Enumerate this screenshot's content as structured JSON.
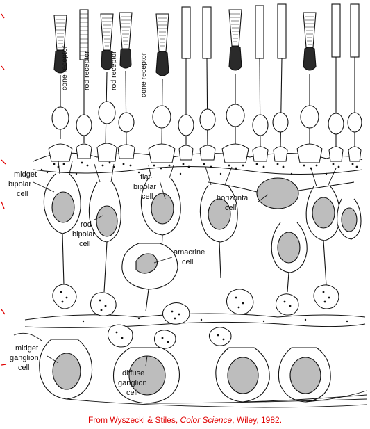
{
  "labels": {
    "cone_receptor_1": "cone receptor",
    "rod_receptor_1": "rod receptor",
    "rod_receptor_2": "rod receptor",
    "cone_receptor_2": "cone receptor",
    "midget_bipolar_1": "midget",
    "midget_bipolar_2": "bipolar",
    "midget_bipolar_3": "cell",
    "flat_bipolar_1": "flat",
    "flat_bipolar_2": "bipolar",
    "flat_bipolar_3": "cell",
    "horizontal_1": "horizontal",
    "horizontal_2": "cell",
    "rod_bipolar_1": "rod",
    "rod_bipolar_2": "bipolar",
    "rod_bipolar_3": "cell",
    "amacrine_1": "amacrine",
    "amacrine_2": "cell",
    "midget_ganglion_1": "midget",
    "midget_ganglion_2": "ganglion",
    "midget_ganglion_3": "cell",
    "diffuse_ganglion_1": "diffuse",
    "diffuse_ganglion_2": "ganglion",
    "diffuse_ganglion_3": "cell"
  },
  "caption": {
    "prefix": "From Wyszecki & Stiles, ",
    "title": "Color Science",
    "suffix": ", Wiley, 1982."
  },
  "colors": {
    "ink": "#111111",
    "nucleus_fill": "#bdbdbd",
    "caption": "#e00000",
    "background": "#ffffff"
  }
}
